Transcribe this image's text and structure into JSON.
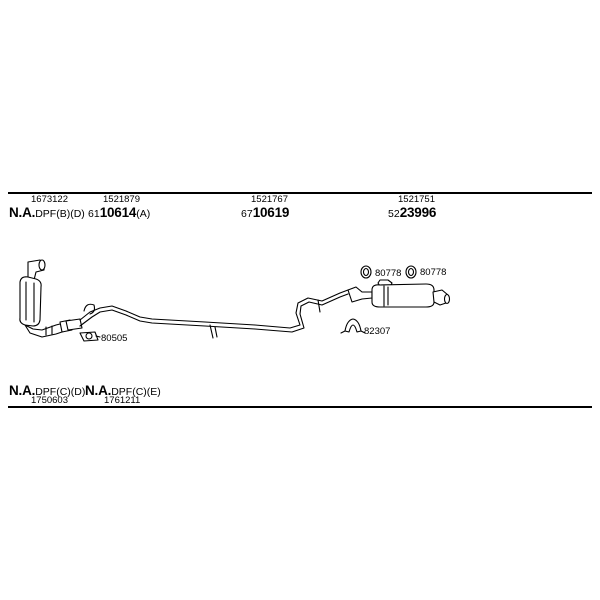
{
  "header": {
    "parts": [
      {
        "number": "1673122",
        "label_prefix": "N.A.",
        "label_suffix": "DPF(B)(D)"
      },
      {
        "number": "1521879",
        "code_prefix": "61",
        "code_main": "10614",
        "code_suffix": "(A)"
      },
      {
        "number": "1521767",
        "code_prefix": "67",
        "code_main": "10619"
      },
      {
        "number": "1521751",
        "code_prefix": "52",
        "code_main": "23996"
      }
    ]
  },
  "callouts": {
    "gasket": "80505",
    "clamp_a": "80778",
    "clamp_b": "80778",
    "bracket": "82307"
  },
  "footer": {
    "parts": [
      {
        "label_prefix": "N.A.",
        "label_suffix": "DPF(C)(D)",
        "number": "1750603"
      },
      {
        "label_prefix": "N.A.",
        "label_suffix": "DPF(C)(E)",
        "number": "1761211"
      }
    ]
  }
}
